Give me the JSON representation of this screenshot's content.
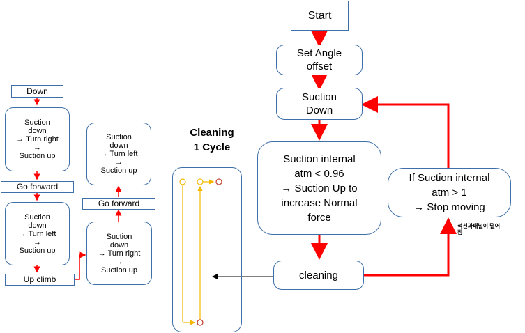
{
  "main_flow": {
    "start": "Start",
    "set_angle": "Set Angle\noffset",
    "suction_down": "Suction\nDown",
    "suction_internal": "Suction internal\natm < 0.96\n→ Suction Up to\nincrease Normal\nforce",
    "cleaning": "cleaning",
    "if_suction": "If Suction internal\natm > 1\n→ Stop moving",
    "korean_note": "석션과패널이 떨어\n짐"
  },
  "cycle": {
    "title": "Cleaning\n1 Cycle"
  },
  "left_flow": {
    "down": "Down",
    "step1": "Suction\ndown\n→ Turn right\n→\nSuction up",
    "go_forward_1": "Go forward",
    "step2": "Suction\ndown\n→ Turn left\n→\nSuction up",
    "up_climb": "Up climb",
    "step3": "Suction\ndown\n→ Turn right\n→\nSuction up",
    "go_forward_2": "Go forward",
    "step4": "Suction\ndown\n→ Turn left\n→\nSuction up"
  },
  "colors": {
    "arrow_red": "#ff0000",
    "box_border": "#3e6fa8",
    "path_yellow": "#f5b800",
    "dot_red": "#c0392b"
  }
}
